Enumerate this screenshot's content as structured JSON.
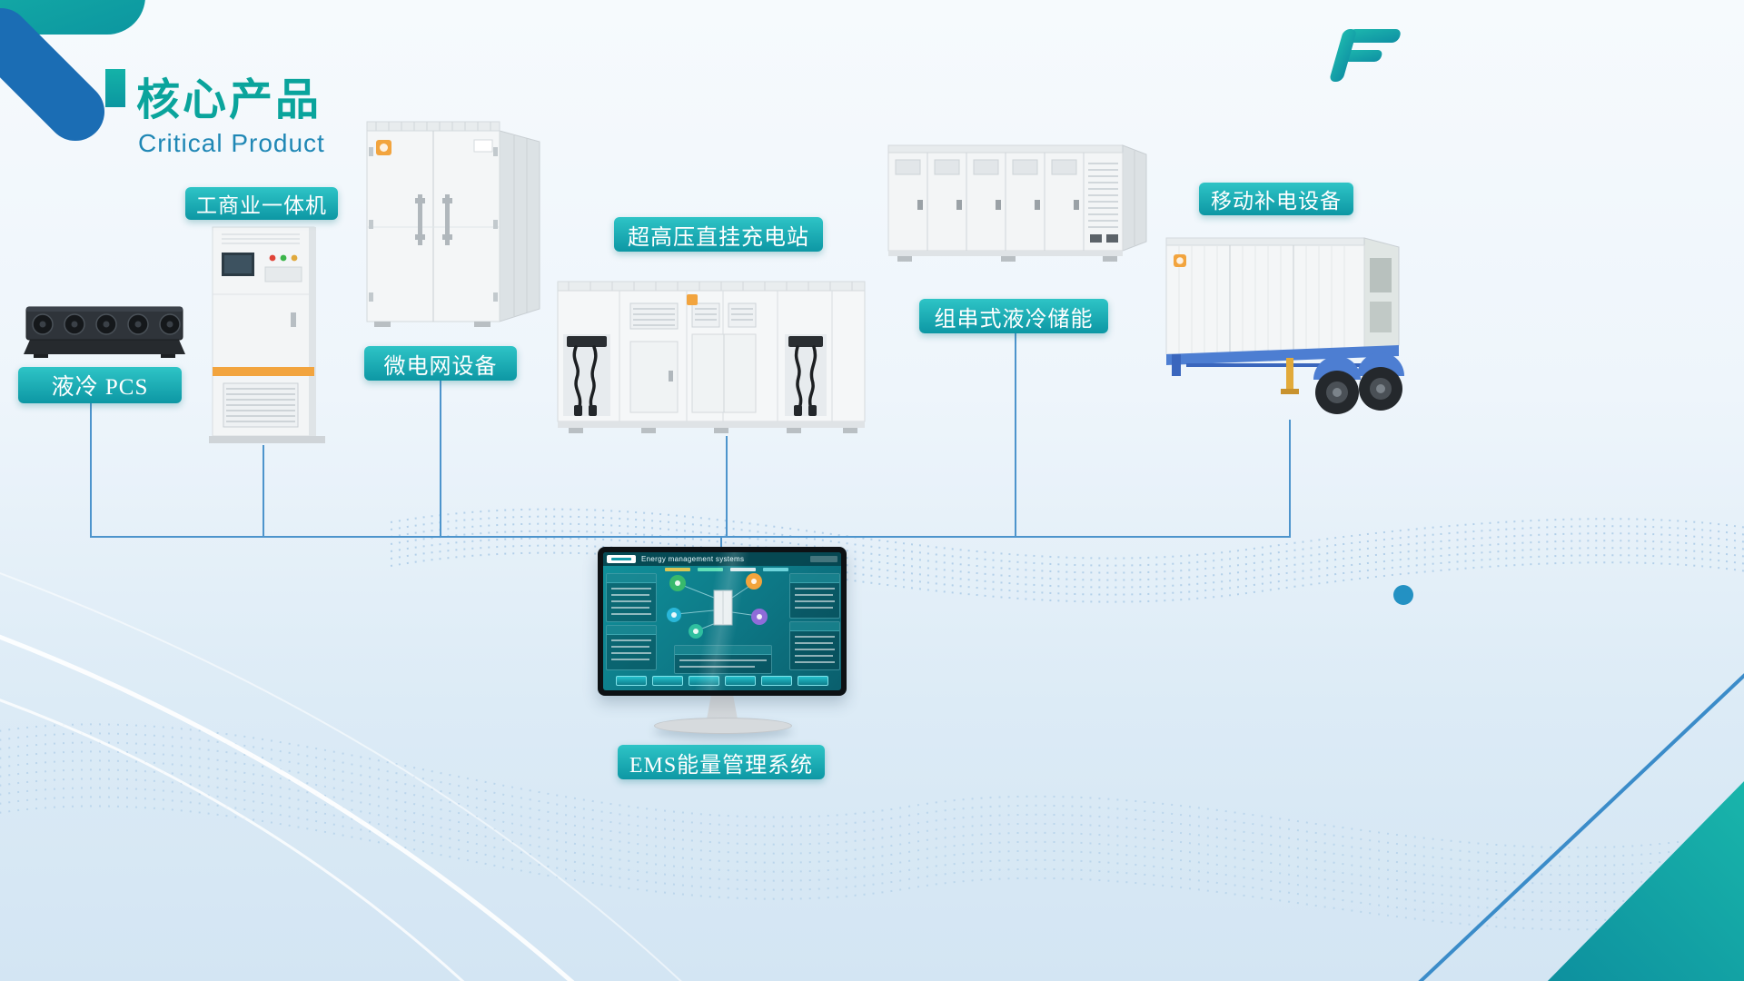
{
  "page": {
    "title": "核心产品",
    "subtitle": "Critical Product"
  },
  "products": [
    {
      "name": "liquid-cooling-pcs",
      "label": "液冷 PCS"
    },
    {
      "name": "commercial-industrial-all-in-one",
      "label": "工商业一体机"
    },
    {
      "name": "microgrid-equipment",
      "label": "微电网设备"
    },
    {
      "name": "uhv-direct-charging-station",
      "label": "超高压直挂充电站"
    },
    {
      "name": "string-liquid-cooling-storage",
      "label": "组串式液冷储能"
    },
    {
      "name": "mobile-recharging-equipment",
      "label": "移动补电设备"
    },
    {
      "name": "ems-energy-management-system",
      "label": "EMS能量管理系统"
    }
  ],
  "monitor_screen": {
    "title": "Energy management systems"
  },
  "colors": {
    "title_teal": "#0aa49c",
    "subtitle_blue": "#1f87b5",
    "pill_gradient_top": "#2ec4c6",
    "pill_gradient_bottom": "#0d97a4",
    "connector_blue": "#4d94cc",
    "screen_teal": "#0f8692",
    "accent_orange": "#f2a43e",
    "trailer_blue": "#4d7ed2"
  }
}
